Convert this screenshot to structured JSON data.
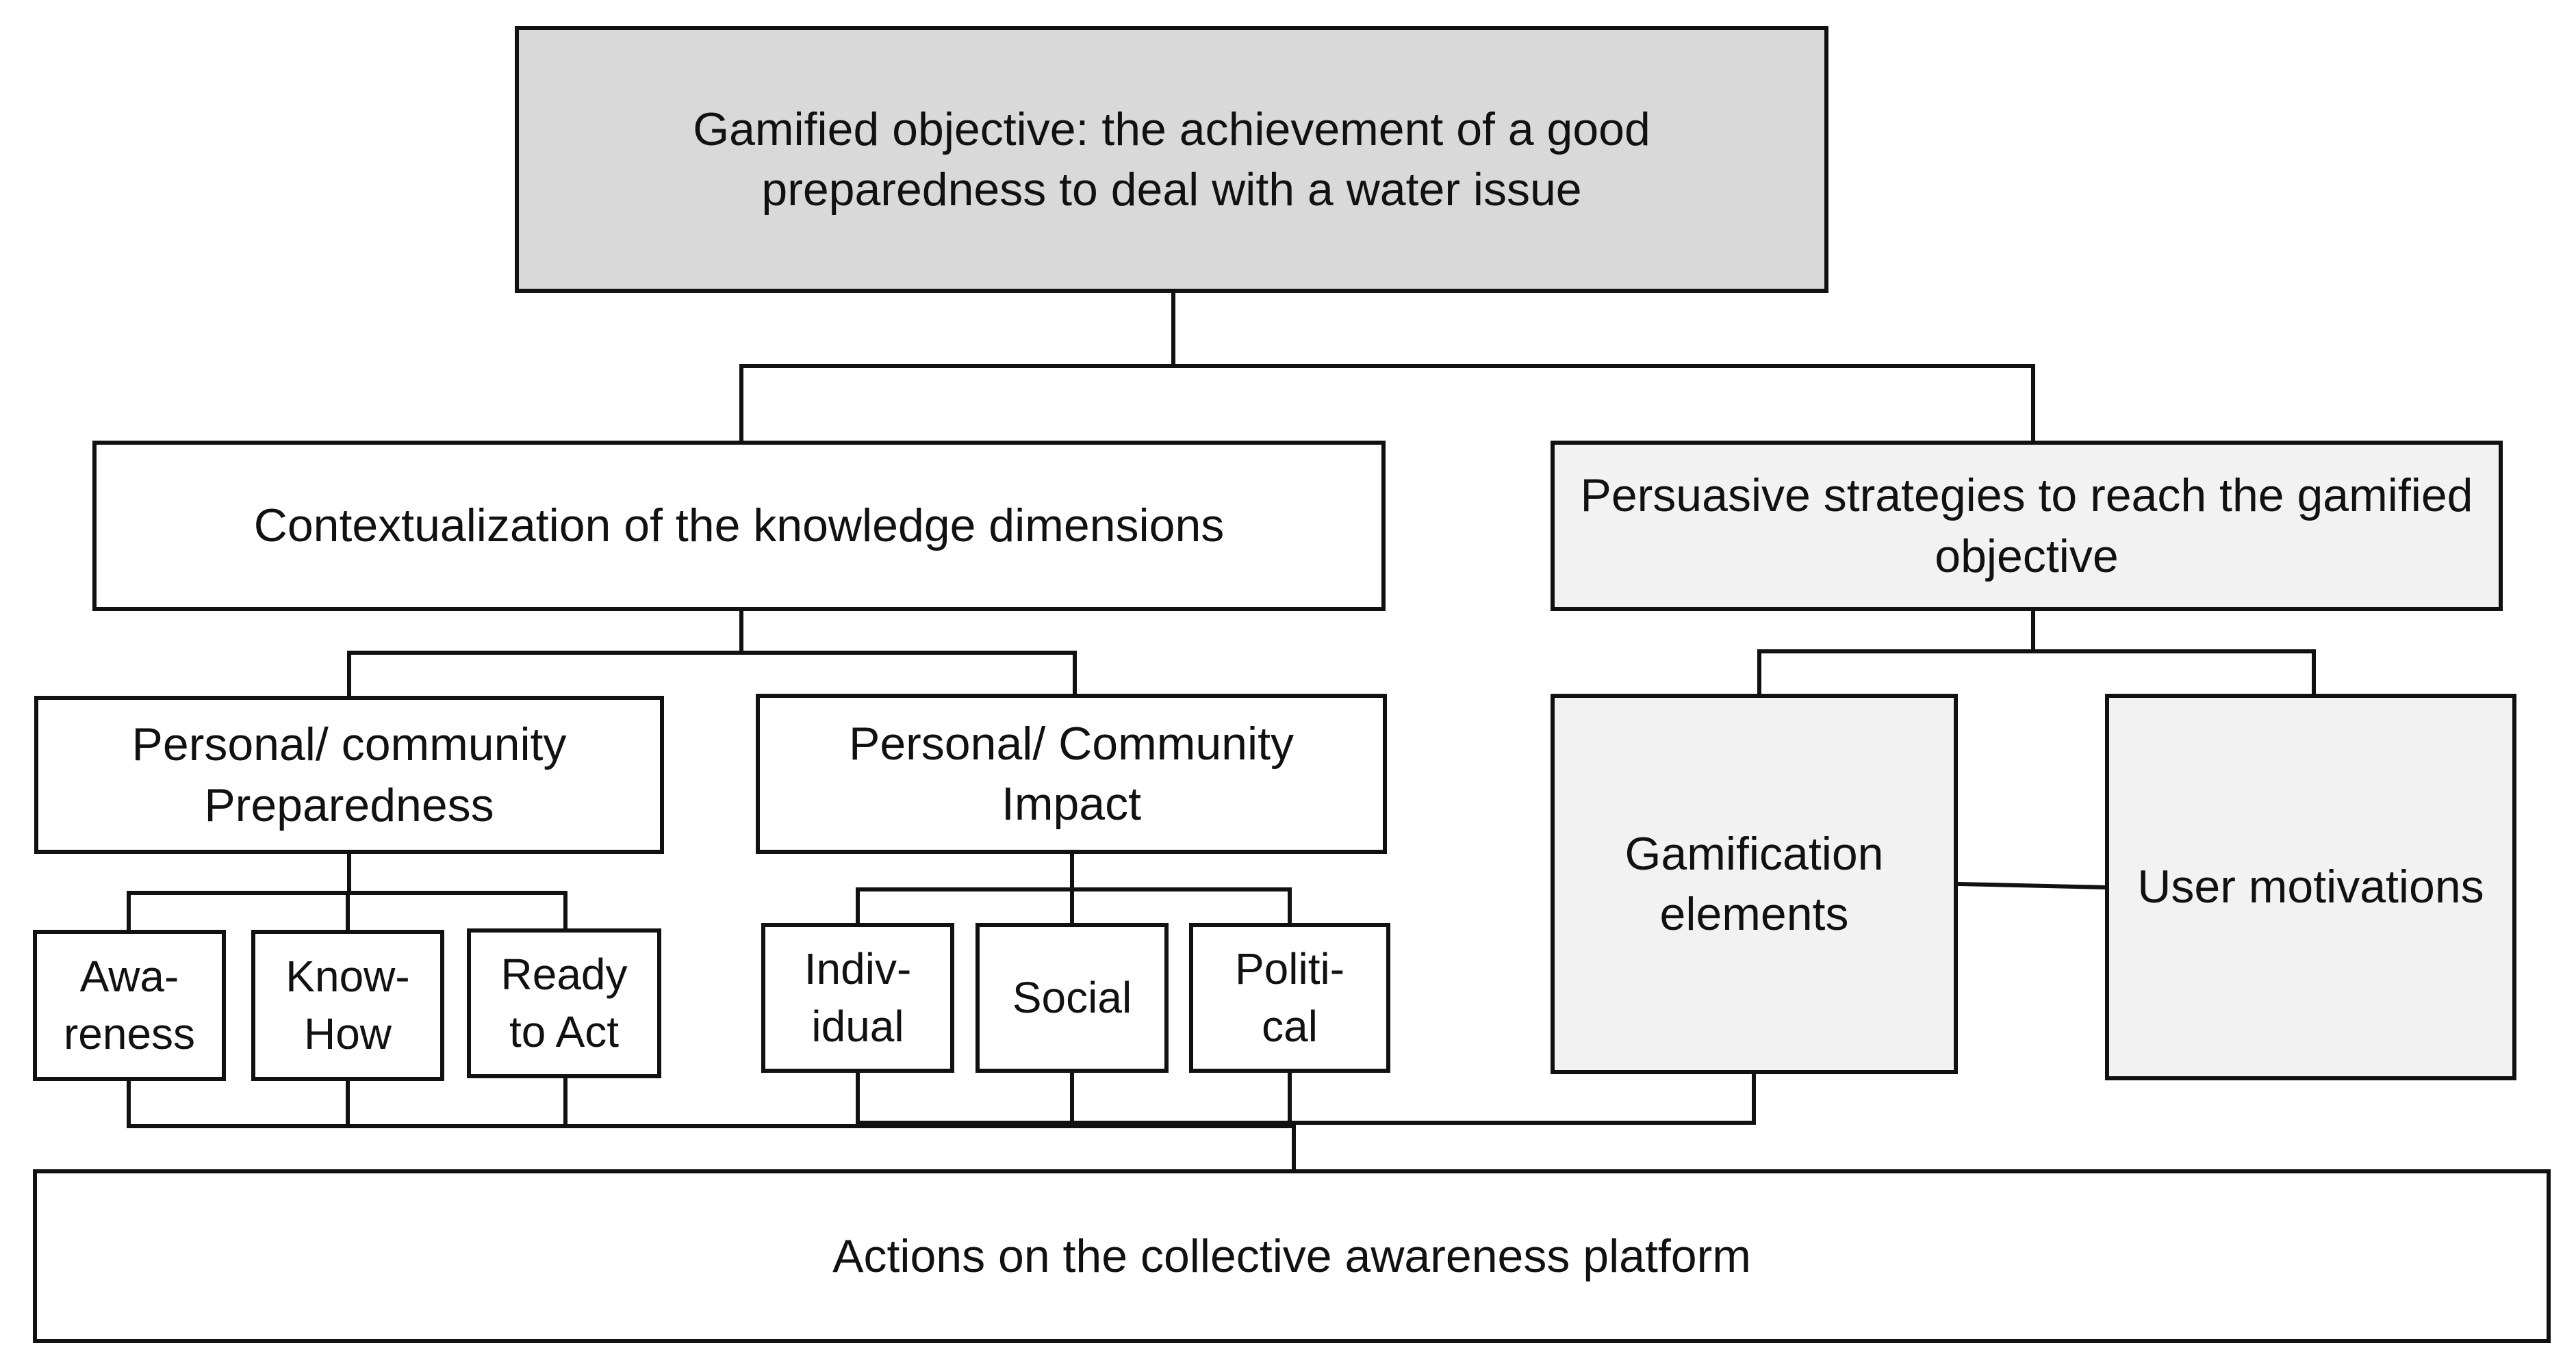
{
  "diagram": {
    "objective": "Gamified objective: the achievement of a good preparedness to deal with a water issue",
    "contextualization": "Contextualization of the knowledge dimensions",
    "persuasive": "Persuasive strategies to reach the gamified objective",
    "preparedness": "Personal/ community Preparedness",
    "impact": "Personal/ Community Impact",
    "awareness": "Awa-reness",
    "knowhow": "Know-How",
    "ready": "Ready to Act",
    "individual": "Indiv-idual",
    "social": "Social",
    "political": "Politi-cal",
    "gamification_elements": "Gamification elements",
    "user_motivations": "User motivations",
    "actions": "Actions on the collective awareness platform"
  },
  "colors": {
    "objective_fill": "#d9d9d9",
    "persuasive_fill": "#f2f2f2",
    "stroke": "#111111"
  }
}
